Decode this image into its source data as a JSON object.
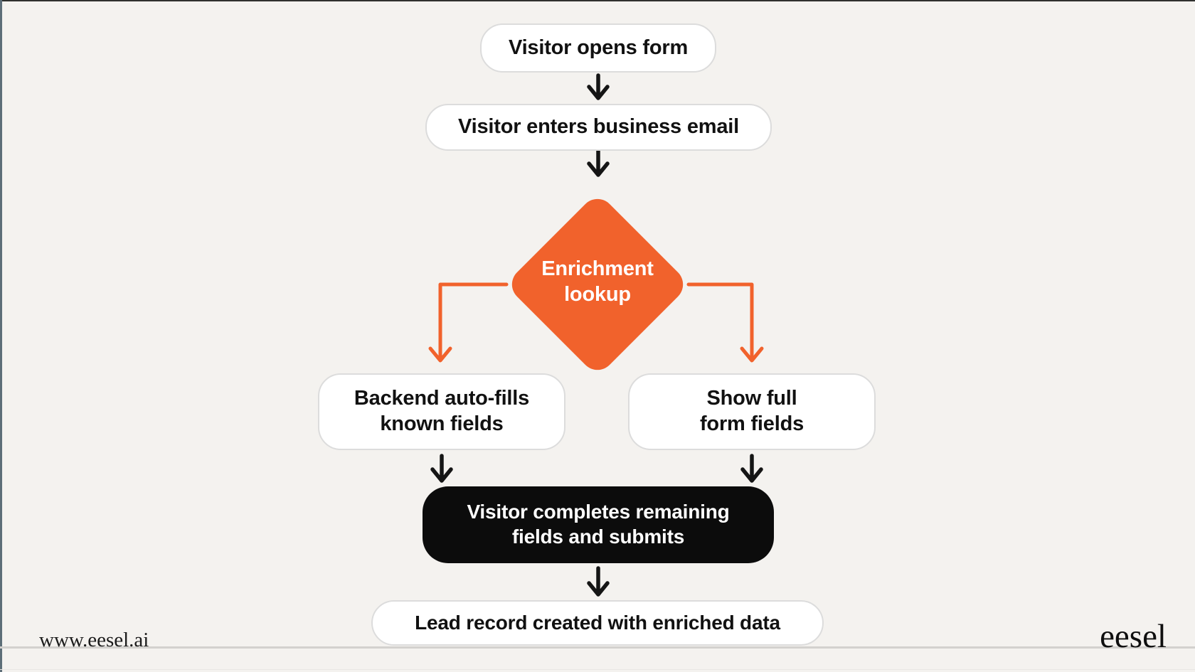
{
  "colors": {
    "background": "#f4f2ef",
    "accent_orange": "#f1622c",
    "node_background": "#ffffff",
    "node_border": "#dcdcdc",
    "dark_node": "#0c0c0c",
    "left_edge_line": "#5d6e78"
  },
  "flowchart": {
    "nodes": {
      "step1": {
        "label": "Visitor opens form"
      },
      "step2": {
        "label": "Visitor enters business email"
      },
      "decision": {
        "label": "Enrichment\nlookup"
      },
      "branch_left": {
        "label": "Backend auto-fills\nknown fields"
      },
      "branch_right": {
        "label": "Show full\nform fields"
      },
      "merge": {
        "label": "Visitor completes remaining\nfields and submits"
      },
      "result": {
        "label": "Lead record created with enriched data"
      }
    }
  },
  "footer": {
    "website": "www.eesel.ai",
    "brand": "eesel"
  }
}
